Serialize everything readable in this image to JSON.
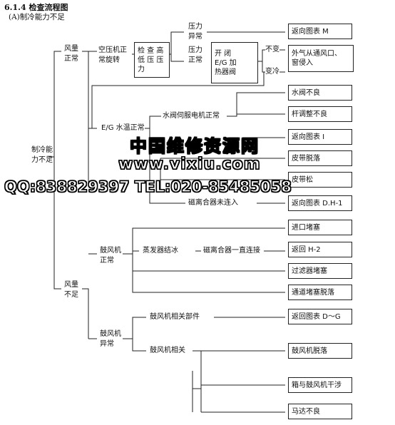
{
  "title": "6.1.4 检查流程图",
  "subtitle": "(A)制冷能力不足",
  "root": [
    "制冷能",
    "力不足"
  ],
  "airflow_normal": [
    "风量",
    "正常"
  ],
  "airflow_insufficient": [
    "风量",
    "不足"
  ],
  "compressor_normal": [
    "空压机正",
    "常旋转"
  ],
  "check_pressure": [
    "检 查 高",
    "低 压 压",
    "力"
  ],
  "pressure_abnormal": [
    "压力",
    "异常"
  ],
  "pressure_normal": [
    "压力",
    "正常"
  ],
  "eg_heater_valve": [
    "开   闭",
    "E/G  加",
    "热器阀"
  ],
  "unchanged": "不变",
  "changed": "变冷",
  "eg_water_temp_normal": "E/G 水温正常",
  "servo_motor_normal": "水阀伺服电机正常",
  "clutch_not_engaged": "磁离合器未连入",
  "blower_normal": [
    "鼓风机",
    "正常"
  ],
  "evaporator_frozen": "蒸发器结冰",
  "clutch_always_on": "磁离合器一直连接",
  "blower_abnormal": [
    "鼓风机",
    "异常"
  ],
  "blower_parts": "鼓风机相关部件",
  "blower_related": "鼓风机相关",
  "results": {
    "chart_m": "返向图表 M",
    "outside_air": [
      "外气从通风口、",
      "窗侵入"
    ],
    "water_valve_bad": "水阀不良",
    "rod_adjust_bad": "杆调整不良",
    "chart_i": "返向图表 I",
    "belt_off": "皮带脱落",
    "belt_loose": "皮带松",
    "chart_dh1": "返向图表 D.H-1",
    "inlet_blocked": "进口堵塞",
    "return_h2": "返回 H-2",
    "filter_blocked": "过滤器堵塞",
    "duct_blocked": "通道堵塞脱落",
    "chart_dg": "返回图表 D～G",
    "blower_off": "鼓风机脱落",
    "box_interference": "箱与鼓风机干涉",
    "motor_bad": "马达不良"
  },
  "watermark": {
    "line1": "中国维修资源网",
    "line2": "www.vixiu.com",
    "line3": "QQ:838829397 TEL:020-85485058"
  }
}
